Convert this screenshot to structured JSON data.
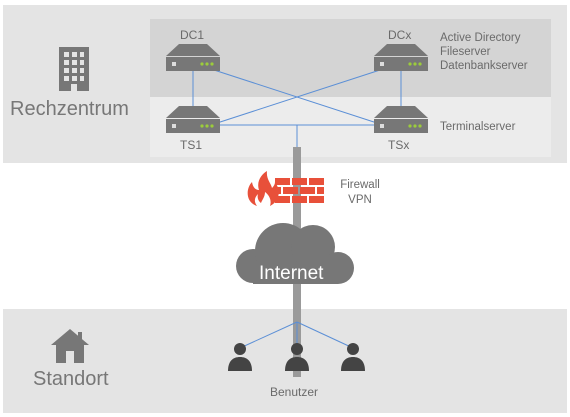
{
  "colors": {
    "panel": "#e4e4e4",
    "server_group": "#d4d4d4",
    "server_group_light": "#ececec",
    "icon_gray": "#777777",
    "link_blue": "#5b8fd6",
    "trunk_gray": "#9a9a9a",
    "firewall_red": "#e8503a",
    "led_green": "#9ccc3c"
  },
  "zones": {
    "datacenter": {
      "label": "Rechzentrum",
      "icon": "building-icon"
    },
    "site": {
      "label": "Standort",
      "icon": "house-icon"
    }
  },
  "servers": [
    {
      "id": "dc1",
      "label": "DC1",
      "icon": "server-icon"
    },
    {
      "id": "dcx",
      "label": "DCx",
      "icon": "server-icon"
    },
    {
      "id": "ts1",
      "label": "TS1",
      "icon": "server-icon"
    },
    {
      "id": "tsx",
      "label": "TSx",
      "icon": "server-icon"
    }
  ],
  "roles": {
    "dc_lines": [
      "Active Directory",
      "Fileserver",
      "Datenbankserver"
    ],
    "ts_line": "Terminalserver"
  },
  "security": {
    "lines": [
      "Firewall",
      "VPN"
    ],
    "icon": "firewall-icon"
  },
  "network": {
    "label": "Internet",
    "icon": "cloud-icon"
  },
  "users": {
    "label": "Benutzer",
    "count": 3,
    "icon": "user-icon"
  }
}
